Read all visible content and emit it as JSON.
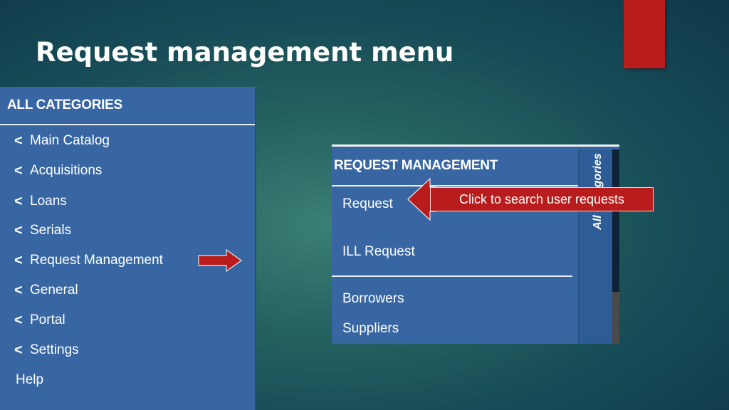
{
  "slide": {
    "title": "Request management menu"
  },
  "left_menu": {
    "header": "ALL CATEGORIES",
    "items": [
      {
        "label": "Main Catalog",
        "chevron": true
      },
      {
        "label": "Acquisitions",
        "chevron": true
      },
      {
        "label": "Loans",
        "chevron": true
      },
      {
        "label": "Serials",
        "chevron": true
      },
      {
        "label": "Request Management",
        "chevron": true
      },
      {
        "label": "General",
        "chevron": true
      },
      {
        "label": "Portal",
        "chevron": true
      },
      {
        "label": "Settings",
        "chevron": true
      },
      {
        "label": "Help",
        "chevron": false
      }
    ],
    "chevron_glyph": "<"
  },
  "right_menu": {
    "header": "REQUEST MANAGEMENT",
    "items": [
      {
        "label": "Request"
      },
      {
        "label": "ILL Request"
      },
      {
        "label": "Borrowers"
      },
      {
        "label": "Suppliers"
      }
    ],
    "side_tab_label": "All Categories"
  },
  "callout": {
    "text": "Click to search user requests"
  },
  "colors": {
    "panel_blue": "#3766a3",
    "accent_red": "#b81c1c",
    "text_white": "#ffffff"
  },
  "icons": [
    "chevron-left-icon",
    "right-arrow-icon",
    "left-callout-arrow-icon"
  ]
}
